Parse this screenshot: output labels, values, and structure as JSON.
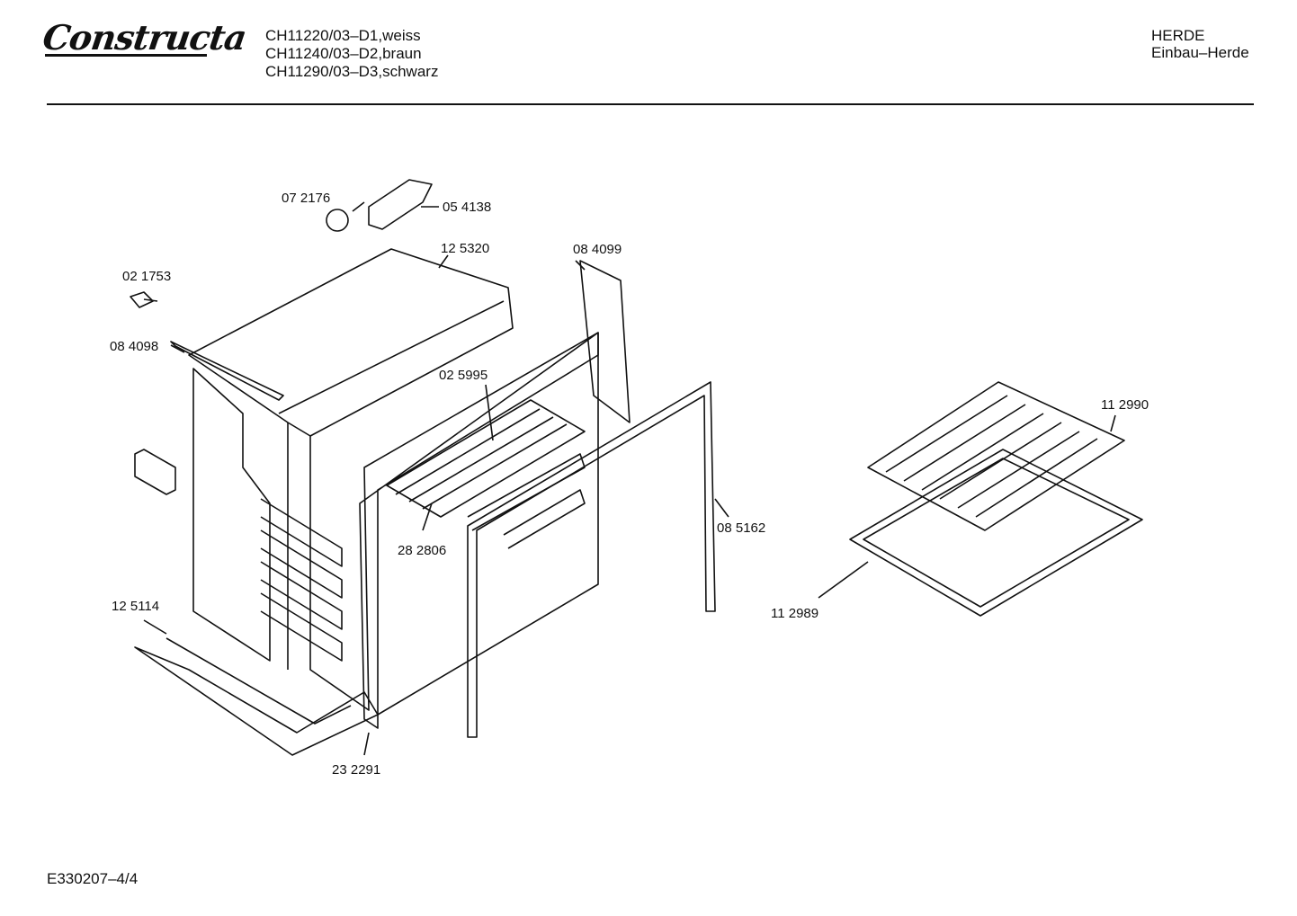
{
  "header": {
    "brand": "Constructa",
    "models": [
      "CH11220/03–D1,weiss",
      "CH11240/03–D2,braun",
      "CH11290/03–D3,schwarz"
    ],
    "category": "HERDE",
    "subcategory": "Einbau–Herde"
  },
  "parts": {
    "p072176": "07 2176",
    "p054138": "05 4138",
    "p125320": "12 5320",
    "p084099": "08 4099",
    "p021753": "02 1753",
    "p084098": "08 4098",
    "p025995": "02 5995",
    "p112990": "11 2990",
    "p282806": "28 2806",
    "p085162": "08 5162",
    "p112989": "11 2989",
    "p125114": "12 5114",
    "p232291": "23 2291"
  },
  "footer": {
    "doc_id": "E330207–4/4"
  }
}
